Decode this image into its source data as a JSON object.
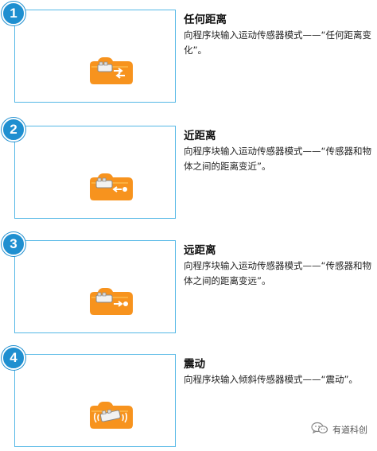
{
  "steps": [
    {
      "number": "1",
      "title": "任何距离",
      "description": "向程序块输入运动传感器模式——“任何距离变化”。",
      "icon": "motion-sensor-any-distance-icon"
    },
    {
      "number": "2",
      "title": "近距离",
      "description": "向程序块输入运动传感器模式——“传感器和物体之间的距离变近”。",
      "icon": "motion-sensor-closer-icon"
    },
    {
      "number": "3",
      "title": "远距离",
      "description": "向程序块输入运动传感器模式——“传感器和物体之间的距离变远”。",
      "icon": "motion-sensor-farther-icon"
    },
    {
      "number": "4",
      "title": "震动",
      "description": "向程序块输入倾斜传感器模式——“震动”。",
      "icon": "tilt-sensor-shake-icon"
    }
  ],
  "watermark": {
    "text": "有道科创",
    "icon": "wechat-icon"
  },
  "colors": {
    "frame_border": "#55b8e6",
    "badge": "#1f8fd0",
    "block_orange": "#f7931e"
  }
}
